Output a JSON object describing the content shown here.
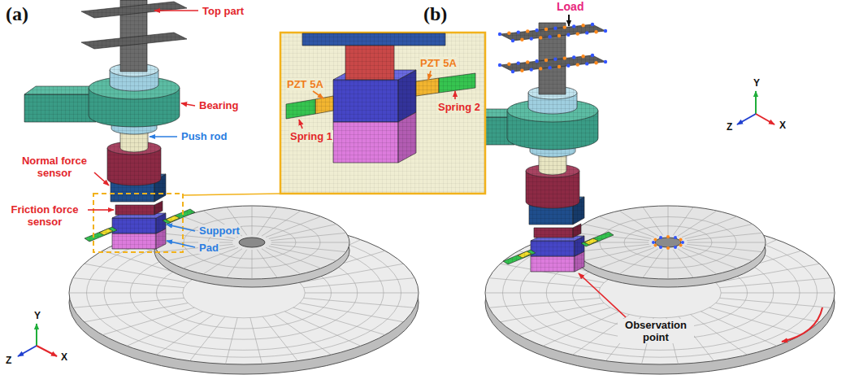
{
  "diagram": {
    "labels": [
      "(a)",
      "Top part",
      "Bearing",
      "Push rod",
      "Normal force sensor",
      "Friction force sensor",
      "Support",
      "Pad",
      "PZT 5A",
      "Spring 1",
      "PZT 5A",
      "Spring 2",
      "Y",
      "Z",
      "X",
      "(b)",
      "Load",
      "Y",
      "Z",
      "X",
      "Observation point"
    ]
  }
}
